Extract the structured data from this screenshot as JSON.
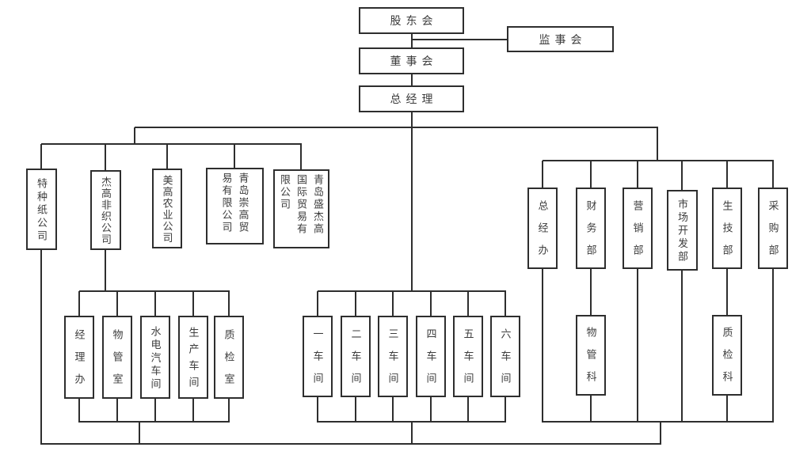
{
  "org_chart": {
    "top": {
      "shareholders": "股东会",
      "supervisory_board": "监事会",
      "board_of_directors": "董事会",
      "general_manager": "总经理"
    },
    "subsidiaries": [
      "特种纸公司",
      "杰高非织公司",
      "美高农业公司",
      "青岛崇高贸易有限公司",
      "青岛盛杰高国际贸易有限公司"
    ],
    "subsidiary_departments": [
      "经理办",
      "物管室",
      "水电汽车间",
      "生产车间",
      "质检室"
    ],
    "workshops": [
      "一车间",
      "二车间",
      "三车间",
      "四车间",
      "五车间",
      "六车间"
    ],
    "headquarters_departments": [
      "总经办",
      "财务部",
      "营销部",
      "市场开发部",
      "生技部",
      "采购部"
    ],
    "headquarters_sub_departments": [
      "物管科",
      "质检科"
    ],
    "colors": {
      "line": "#2e2e2e",
      "text": "#3d3d3d",
      "background": "#ffffff"
    }
  }
}
